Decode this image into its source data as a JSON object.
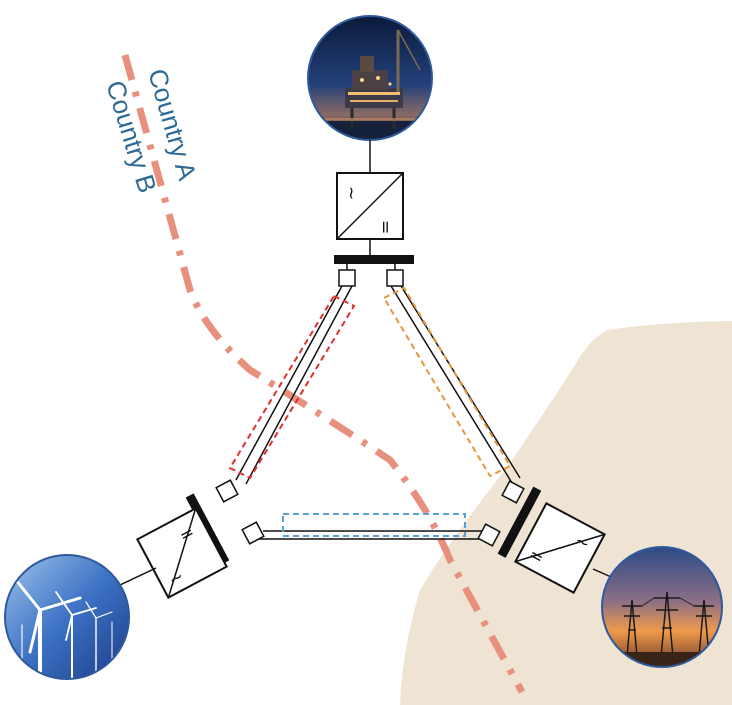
{
  "labels": {
    "country_a": "Country A",
    "country_b": "Country B"
  },
  "converters": {
    "offshore_platform": {
      "ac_symbol": "~",
      "dc_symbol": "="
    },
    "wind_farm": {
      "ac_symbol": "~",
      "dc_symbol": "="
    },
    "onshore_grid": {
      "ac_symbol": "~",
      "dc_symbol": "="
    }
  },
  "nodes": {
    "offshore_platform": "oil-platform-photo",
    "wind_farm": "offshore-wind-farm-photo",
    "onshore_grid": "transmission-towers-photo"
  },
  "colors": {
    "border_line": "#e8907e",
    "country_text": "#2e6a96",
    "land": "#efe3d3",
    "cable_red_box": "#e0302a",
    "cable_orange_box": "#e8963a",
    "cable_blue_box": "#5aa0d2",
    "line": "#111111"
  }
}
